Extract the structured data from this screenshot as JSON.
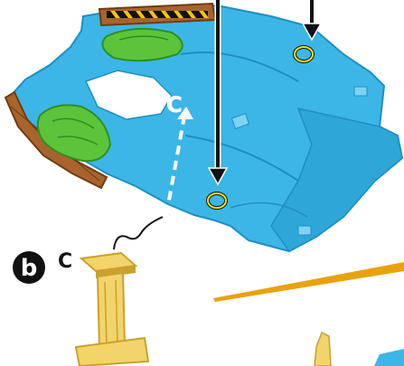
{
  "step": {
    "badge_letter": "b"
  },
  "labels": {
    "connector_on_track": "C",
    "connector_on_pillar": "C"
  },
  "colors": {
    "track_blue": "#3cb6e6",
    "track_blue_dark": "#1e8fc2",
    "track_blue_light": "#7fd3f2",
    "island_green": "#5cc43a",
    "island_green_dark": "#2f8f22",
    "rail_brown": "#a8642c",
    "rail_brown_dark": "#6e3d14",
    "hazard_yellow": "#f3c414",
    "pillar_yellow": "#f2d46a",
    "pillar_yellow_dark": "#c9a12e",
    "arrow_black": "#111111",
    "target_ring": "#f5e019",
    "ramp_orange": "#e8a20f",
    "white": "#ffffff"
  },
  "icons": {
    "step_badge": "circled-letter-b",
    "insert_arrows": "down-arrow-icon",
    "attach_points": "target-ring-icon",
    "connector_guide": "dashed-up-arrow-icon"
  }
}
